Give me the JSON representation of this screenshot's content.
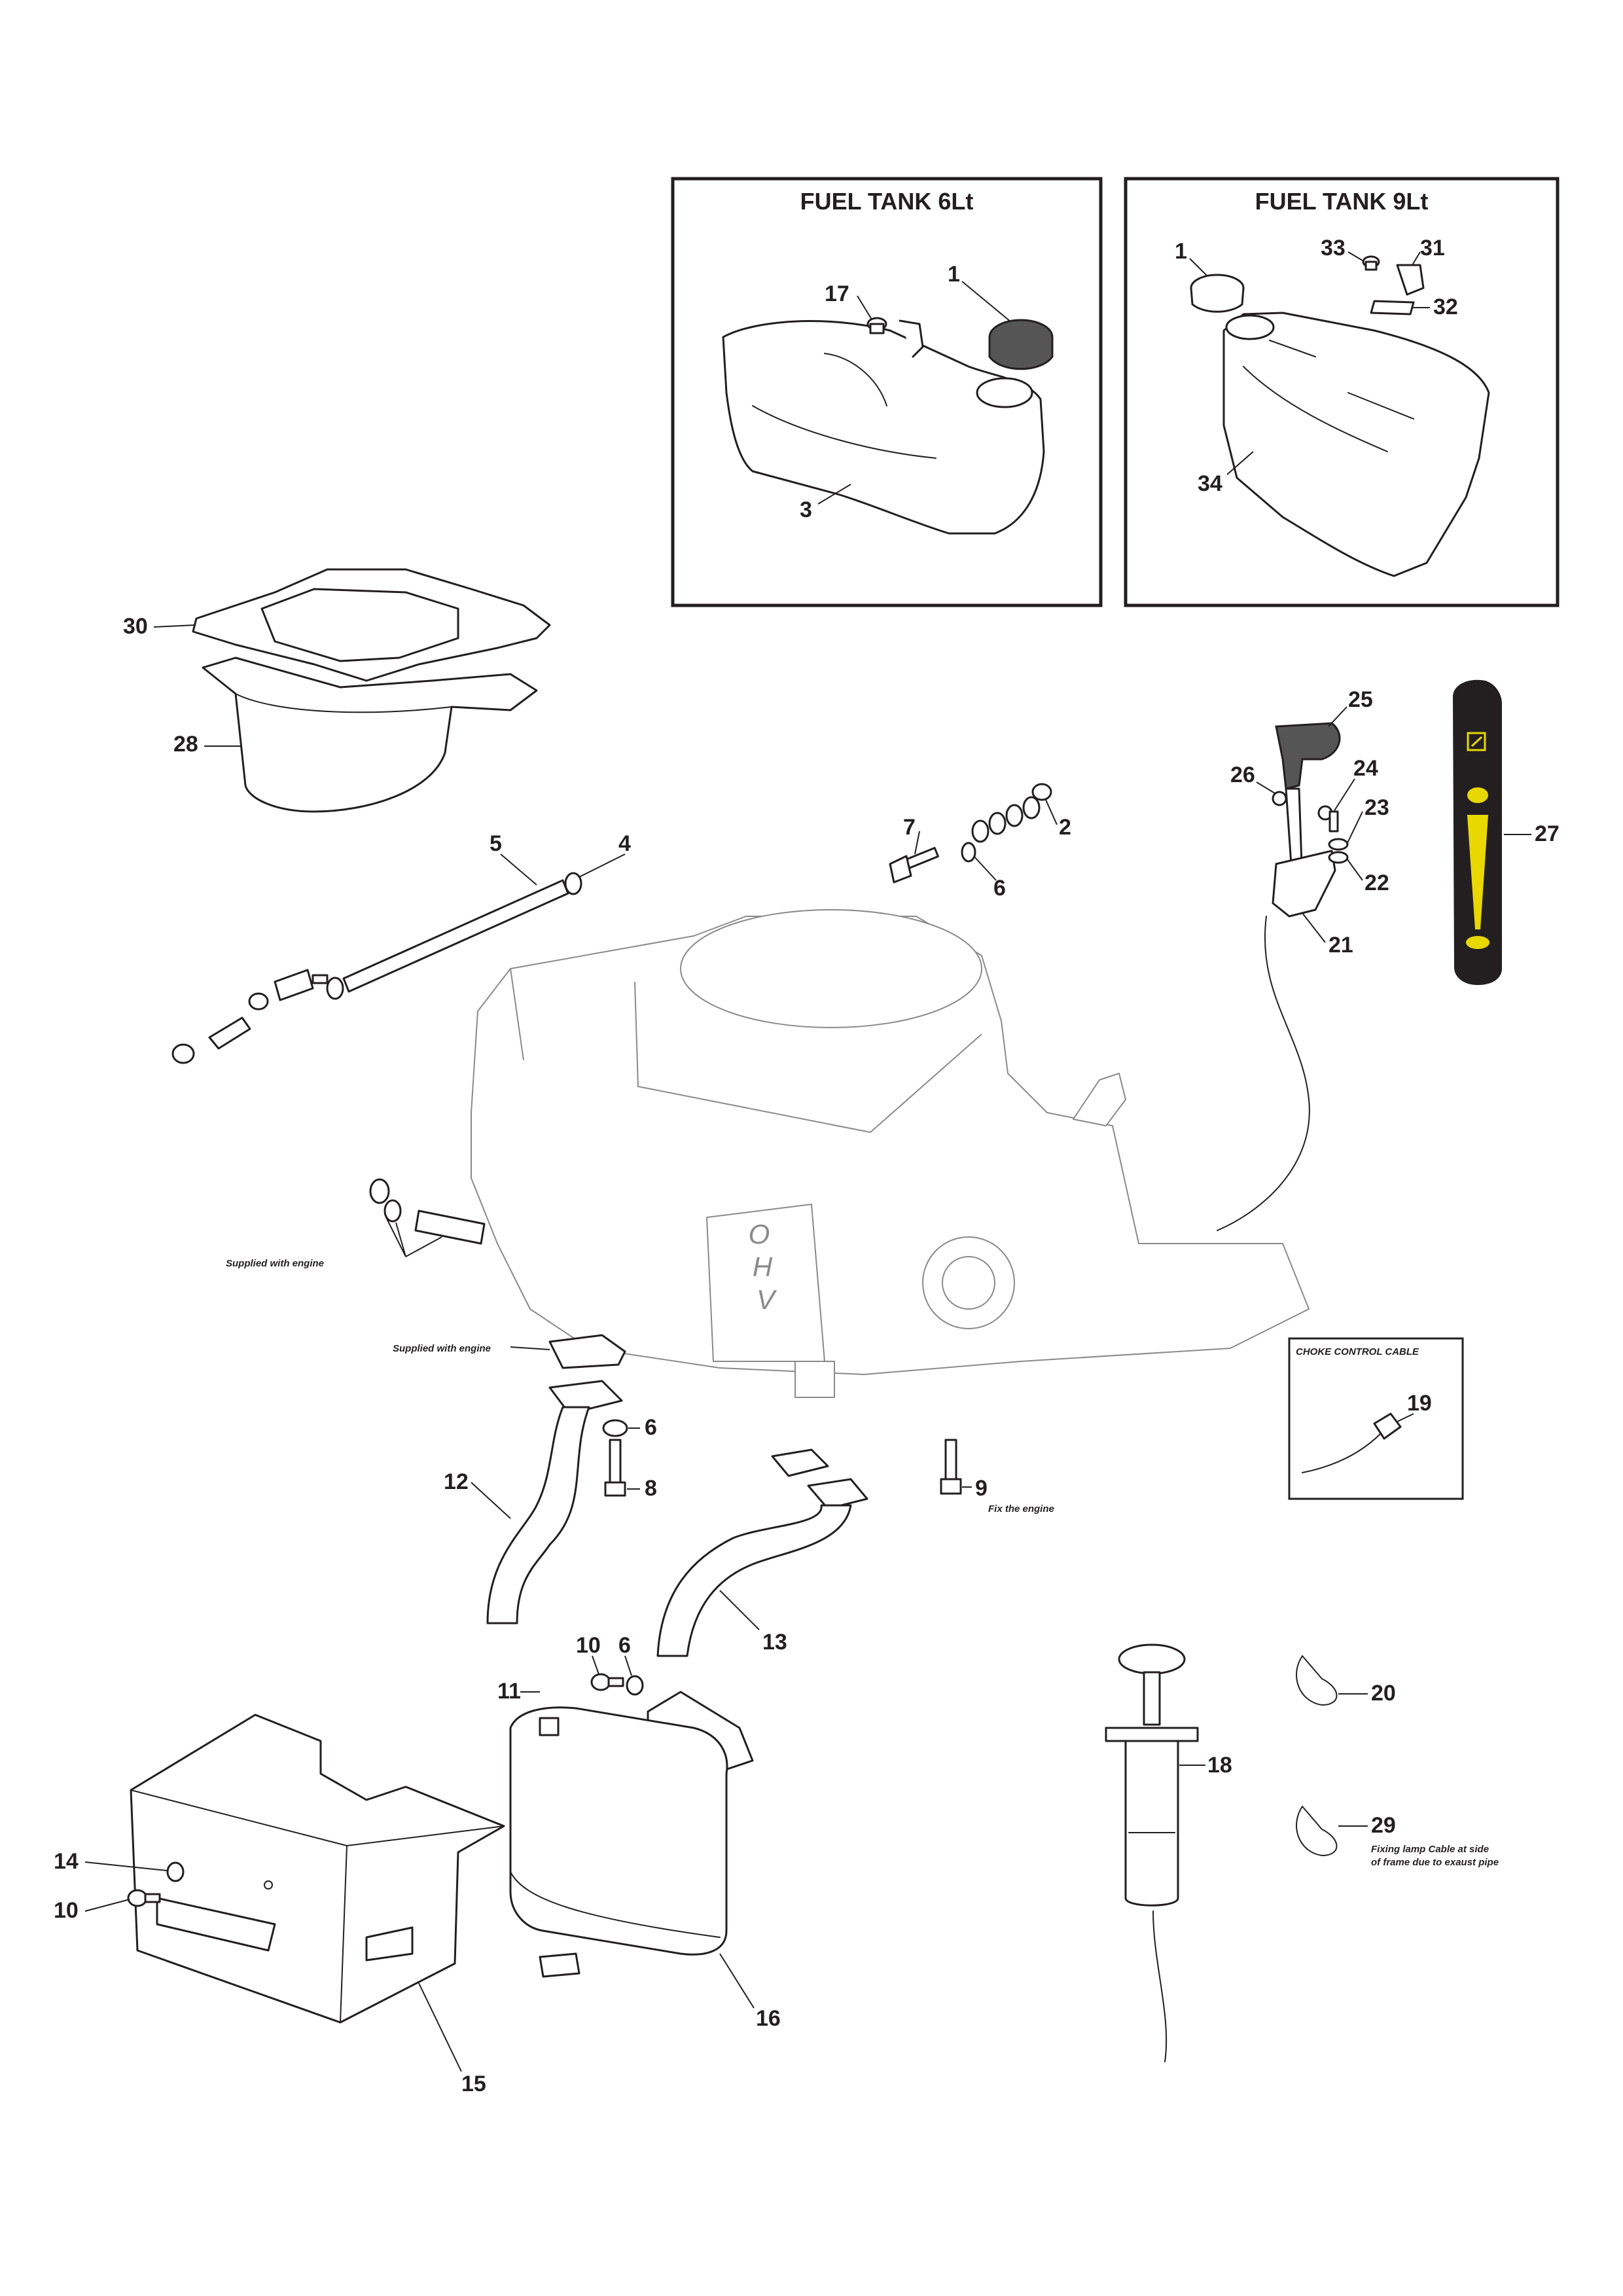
{
  "boxes": {
    "tank6_title": "FUEL TANK 6Lt",
    "tank9_title": "FUEL TANK 9Lt",
    "choke_title": "CHOKE CONTROL CABLE"
  },
  "notes": {
    "supplied_with_engine": "Supplied with engine",
    "fix_the_engine": "Fix the engine",
    "fixing_lamp_line1": "Fixing lamp Cable at side",
    "fixing_lamp_line2": "of frame due to exaust pipe"
  },
  "callouts": [
    "1",
    "3",
    "17",
    "1",
    "33",
    "31",
    "32",
    "34",
    "30",
    "28",
    "5",
    "4",
    "7",
    "2",
    "6",
    "25",
    "26",
    "24",
    "23",
    "22",
    "21",
    "27",
    "12",
    "6",
    "8",
    "9",
    "13",
    "10",
    "6",
    "11",
    "19",
    "20",
    "18",
    "29",
    "14",
    "10",
    "16",
    "15"
  ],
  "colors": {
    "ink": "#231f20",
    "engine_ghost": "#8a8a8a",
    "lever_fill": "#555555",
    "decal_bg": "#231f20",
    "decal_accent": "#e8d800"
  },
  "icons": [
    "rabbit-icon",
    "turtle-icon",
    "choke-icon"
  ]
}
